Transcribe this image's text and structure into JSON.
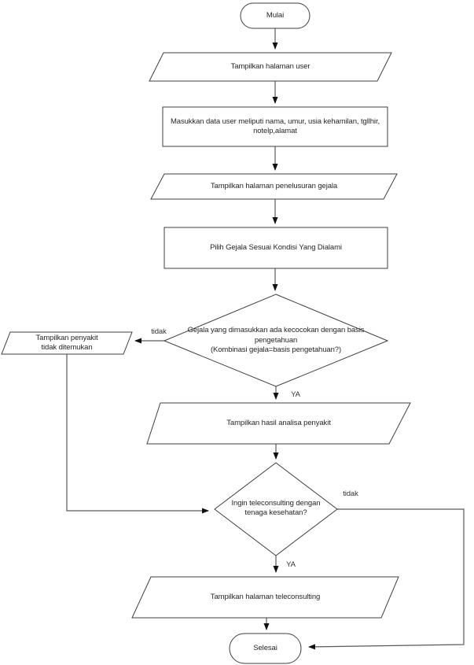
{
  "nodes": {
    "start": {
      "type": "terminator",
      "label": "Mulai"
    },
    "show_user_page": {
      "type": "io",
      "label": "Tampilkan halaman user"
    },
    "input_user_data": {
      "type": "process",
      "label": "Masukkan data user meliputi nama, umur, usia kehamilan, tgllhir,\nnotelp,alamat"
    },
    "show_symptom_search_page": {
      "type": "io",
      "label": "Tampilkan halaman penelusuran gejala"
    },
    "select_symptoms": {
      "type": "process",
      "label": "Pilih Gejala Sesuai Kondisi Yang Dialami"
    },
    "match_decision": {
      "type": "decision",
      "label": "Gejala yang dimasukkan ada kecocokan dengan basis\npengetahuan\n(Kombinasi gejala=basis pengetahuan?)"
    },
    "disease_not_found": {
      "type": "io",
      "label": "Tampilkan penyakit\ntidak ditemukan"
    },
    "show_analysis_result": {
      "type": "io",
      "label": "Tampilkan hasil analisa penyakit"
    },
    "teleconsulting_decision": {
      "type": "decision",
      "label": "Ingin teleconsulting dengan\ntenaga kesehatan?"
    },
    "show_teleconsulting_page": {
      "type": "io",
      "label": "Tampilkan halaman teleconsulting"
    },
    "end": {
      "type": "terminator",
      "label": "Selesai"
    }
  },
  "edge_labels": {
    "match_no": "tidak",
    "match_yes": "YA",
    "teleconsult_no": "tidak",
    "teleconsult_yes": "YA"
  },
  "colors": {
    "shape_outline": "#3f3f3f",
    "connector": "#595959",
    "arrowhead": "#111111",
    "text": "#262626",
    "background": "#ffffff"
  }
}
